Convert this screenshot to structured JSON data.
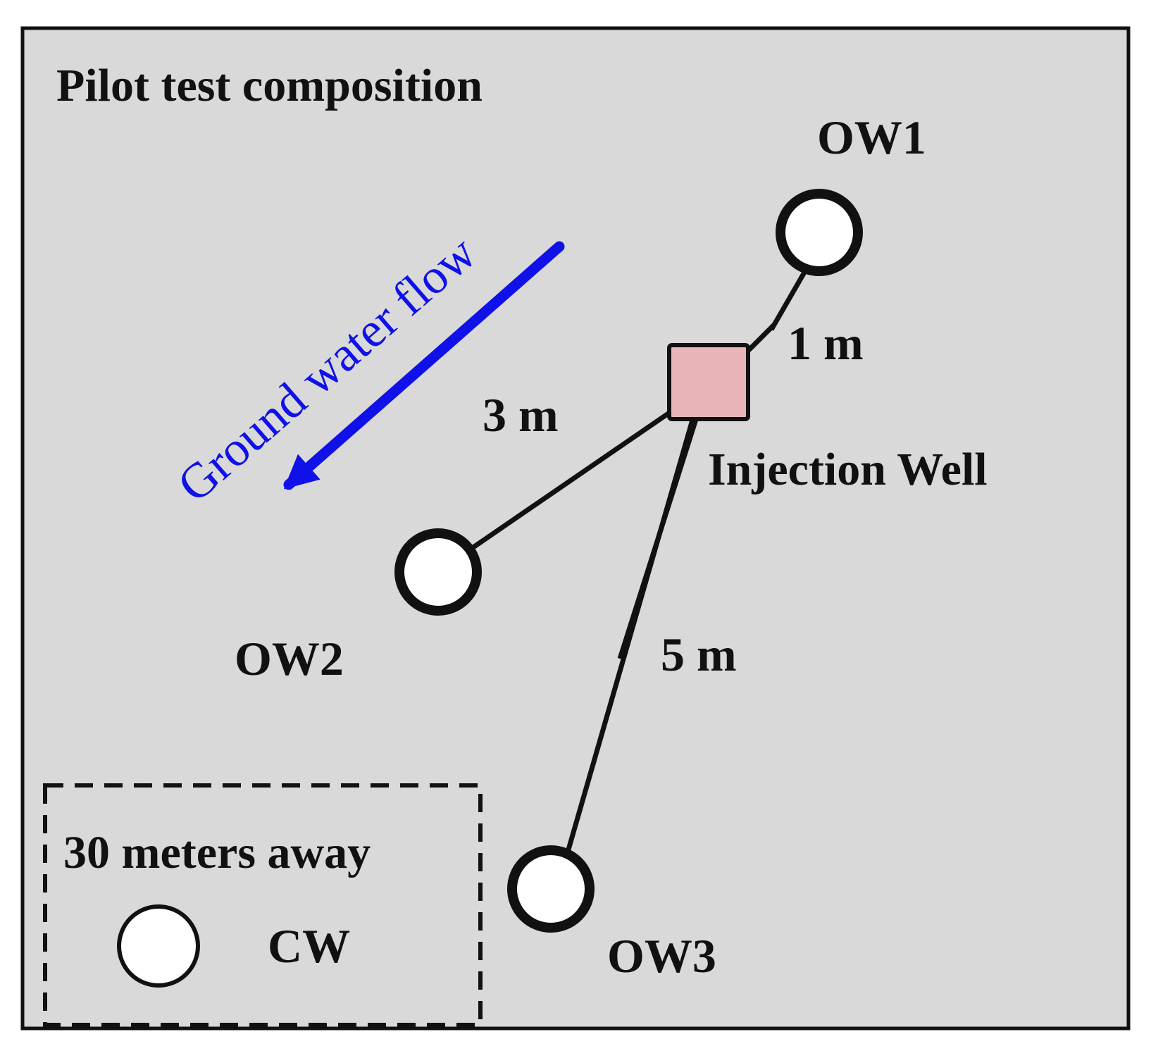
{
  "title": "Pilot test composition",
  "colors": {
    "background": "#d9d9d9",
    "frame": "#111111",
    "flow": "#1010e8",
    "injection_fill": "#e8b4b8",
    "well_fill": "#ffffff"
  },
  "flow": {
    "label": "Ground water flow"
  },
  "injection_well": {
    "label": "Injection Well"
  },
  "observation_wells": [
    {
      "label": "OW1",
      "distance": "1 m"
    },
    {
      "label": "OW2",
      "distance": "3 m"
    },
    {
      "label": "OW3",
      "distance": "5 m"
    }
  ],
  "control_well": {
    "note": "30 meters away",
    "label": "CW"
  }
}
